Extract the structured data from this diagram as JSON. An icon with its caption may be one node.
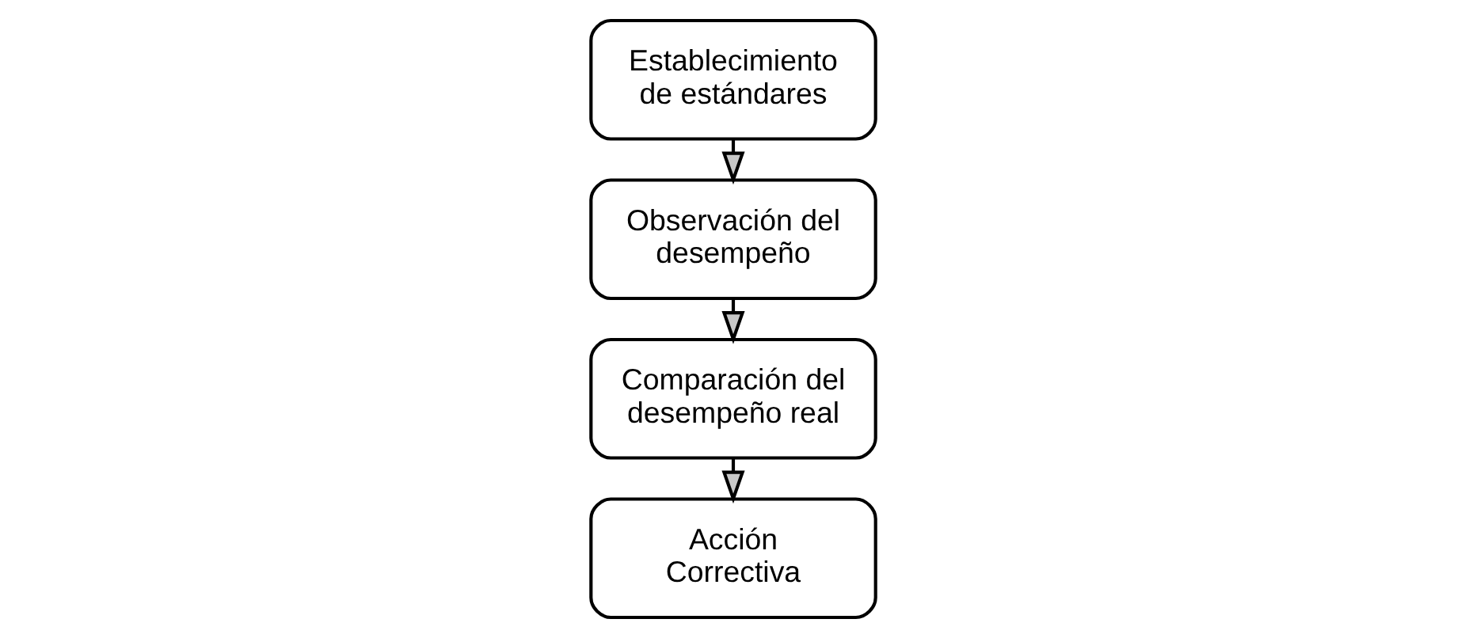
{
  "diagram": {
    "nodes": [
      {
        "text": [
          "Establecimiento de estándares"
        ]
      },
      {
        "text": [
          "Observación del desempeño"
        ]
      },
      {
        "text": [
          "Comparación del desempeño real"
        ]
      },
      {
        "text": [
          "Acción Correctiva"
        ]
      }
    ],
    "edges": [
      {
        "from": 0,
        "to": 1,
        "arrow": "to"
      },
      {
        "from": 1,
        "to": 2,
        "arrow": "to"
      },
      {
        "from": 2,
        "to": 3,
        "arrow": "to"
      }
    ]
  }
}
